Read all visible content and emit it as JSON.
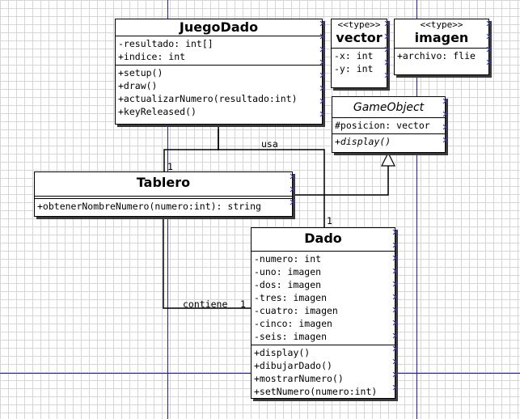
{
  "classes": {
    "juego": {
      "name": "JuegoDado",
      "attributes": [
        "-resultado: int[]",
        "+indice: int"
      ],
      "operations": [
        "+setup()",
        "+draw()",
        "+actualizarNumero(resultado:int)",
        "+keyReleased()"
      ]
    },
    "vector": {
      "stereotype": "<<type>>",
      "name": "vector",
      "attributes": [
        "-x: int",
        "-y: int"
      ]
    },
    "imagen": {
      "stereotype": "<<type>>",
      "name": "imagen",
      "attributes": [
        "+archivo: flie"
      ]
    },
    "gameobject": {
      "name": "GameObject",
      "attributes": [
        "#posicion: vector"
      ],
      "operations": [
        "+display()"
      ]
    },
    "tablero": {
      "name": "Tablero",
      "operations": [
        "+obtenerNombreNumero(numero:int): string"
      ]
    },
    "dado": {
      "name": "Dado",
      "attributes": [
        "-numero: int",
        "-uno: imagen",
        "-dos: imagen",
        "-tres: imagen",
        "-cuatro: imagen",
        "-cinco: imagen",
        "-seis: imagen"
      ],
      "operations": [
        "+display()",
        "+dibujarDado()",
        "+mostrarNumero()",
        "+setNumero(numero:int)"
      ]
    }
  },
  "relations": {
    "usa": {
      "label": "usa",
      "mult_tablero": "1",
      "mult_dado": "1"
    },
    "contiene": {
      "label": "contiene",
      "mult": "1"
    }
  },
  "colors": {
    "guide": "#1b1f9a",
    "grid": "#d6d6d6",
    "handle": "#3a3aa0"
  }
}
